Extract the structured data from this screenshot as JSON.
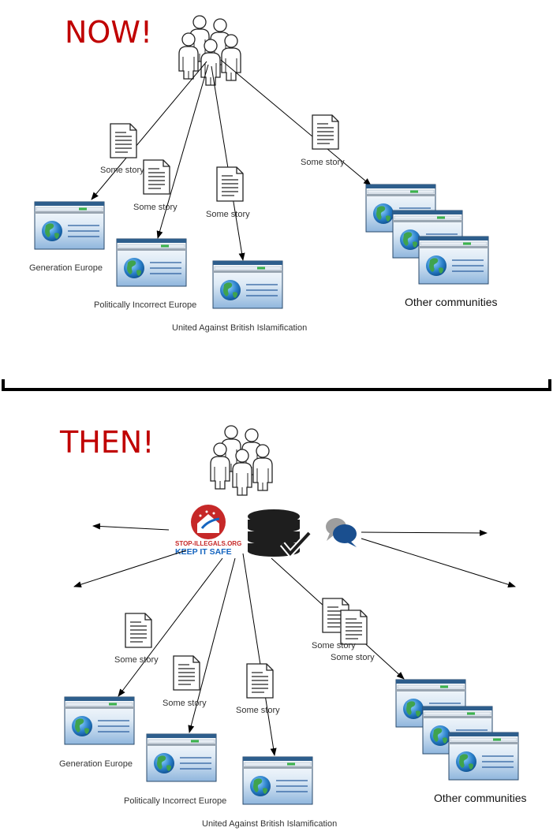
{
  "now": {
    "title": "NOW!",
    "stories": [
      "Some story",
      "Some story",
      "Some story",
      "Some story"
    ],
    "sites": [
      "Generation Europe",
      "Politically Incorrect Europe",
      "United Against British Islamification"
    ],
    "other": "Other communities"
  },
  "then": {
    "title": "THEN!",
    "logo": {
      "line1": "STOP-ILLEGALS.ORG",
      "line2": "KEEP IT SAFE"
    },
    "stories": [
      "Some story",
      "Some story",
      "Some story",
      "Some story",
      "Some story"
    ],
    "sites": [
      "Generation Europe",
      "Politically Incorrect Europe",
      "United Against British Islamification"
    ],
    "other": "Other communities"
  },
  "icons": {
    "people": "people-group-icon",
    "document": "document-icon",
    "website": "website-window-icon",
    "database": "database-check-icon",
    "chat": "chat-bubbles-icon",
    "logo": "stop-illegals-logo"
  }
}
